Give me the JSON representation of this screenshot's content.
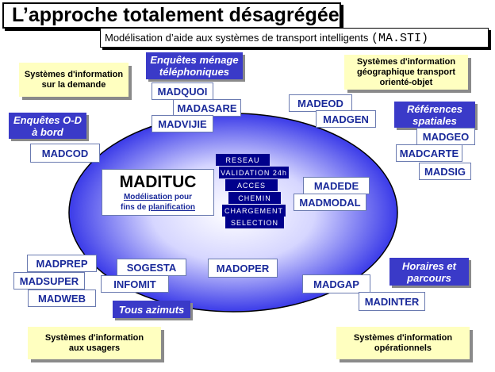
{
  "title": "L’approche totalement désagrégée",
  "subtitle": {
    "text": "Modélisation d’aide aux systèmes de transport intelligents",
    "acronym": "(MA.STI)"
  },
  "yellow_boxes": {
    "demand": [
      "Systèmes d'information",
      "sur la demande"
    ],
    "geo": [
      "Systèmes d'information",
      "géographique transport",
      "orienté-objet"
    ],
    "users": [
      "Systèmes d'information",
      "aux usagers"
    ],
    "ops": [
      "Systèmes d'information",
      "opérationnels"
    ]
  },
  "headers": {
    "enquetes_menage": [
      "Enquêtes ménage",
      "téléphoniques"
    ],
    "enquetes_od": [
      "Enquêtes O-D",
      "à bord"
    ],
    "references": [
      "Références",
      "spatiales"
    ],
    "horaires": [
      "Horaires et",
      "parcours"
    ],
    "tous_azimuts": "Tous azimuts"
  },
  "modules": {
    "madquoi": "MADQUOI",
    "madasare": "MADASARE",
    "madvijie": "MADVIJIE",
    "madcod": "MADCOD",
    "madeod": "MADEOD",
    "madgen": "MADGEN",
    "madgeo": "MADGEO",
    "madcarte": "MADCARTE",
    "madsig": "MADSIG",
    "madede": "MADEDE",
    "madmodal": "MADMODAL",
    "madprep": "MADPREP",
    "madsuper": "MADSUPER",
    "madweb": "MADWEB",
    "sogesta": "SOGESTA",
    "infomit": "INFOMIT",
    "madoper": "MADOPER",
    "madgap": "MADGAP",
    "madinter": "MADINTER"
  },
  "maditucbox": {
    "title": "MADITUC",
    "w1": "Modélisation",
    "w2": "pour",
    "w3": "fins de",
    "w4": "planification"
  },
  "stack": [
    "RESEAU",
    "VALIDATION 24h",
    "ACCES",
    "CHEMIN",
    "CHARGEMENT",
    "SELECTION"
  ],
  "colors": {
    "ellipse_center": "#ffffff",
    "ellipse_edge": "#2020e0",
    "header_blue": "#3a3ac8",
    "yellow": "#ffffc0"
  }
}
